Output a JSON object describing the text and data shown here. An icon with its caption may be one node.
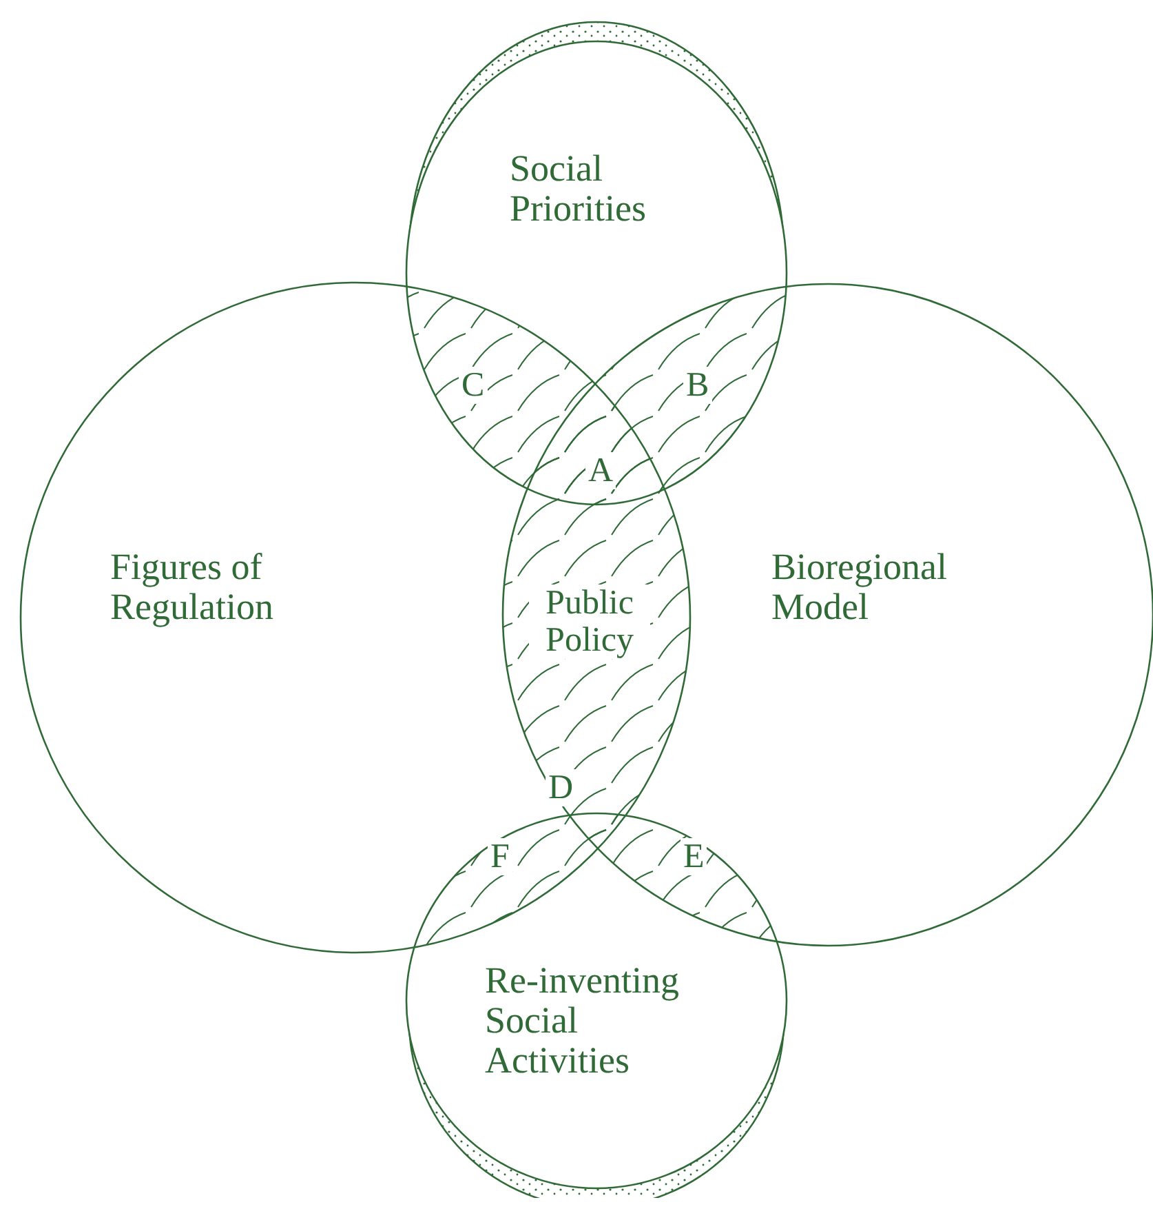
{
  "diagram": {
    "nodes": [
      {
        "text": [
          "Social Priorities"
        ]
      },
      {
        "text": [
          "Figures of Regulation"
        ]
      },
      {
        "text": [
          "Bioregional Model"
        ]
      },
      {
        "text": [
          "Re-inventing Social Activities"
        ]
      }
    ],
    "labels": [
      "C",
      "B",
      "A",
      "Public Policy",
      "D",
      "F",
      "E"
    ]
  }
}
